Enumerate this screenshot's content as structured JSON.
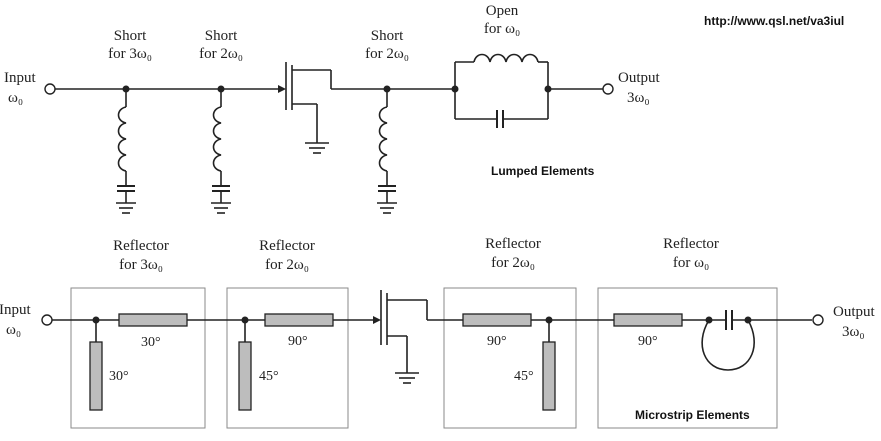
{
  "url": "http://www.qsl.net/va3iul",
  "top": {
    "input_label": "Input",
    "input_freq": "ω₀",
    "stages": [
      {
        "line1": "Short",
        "line2": "for 3ω₀"
      },
      {
        "line1": "Short",
        "line2": "for 2ω₀"
      },
      {
        "line1": "Short",
        "line2": "for 2ω₀"
      },
      {
        "line1": "Open",
        "line2": "for ω₀"
      }
    ],
    "output_label": "Output",
    "output_freq": "3ω₀",
    "section_label": "Lumped Elements"
  },
  "bottom": {
    "input_label": "Input",
    "input_freq": "ω₀",
    "reflectors": [
      {
        "line1": "Reflector",
        "line2": "for 3ω₀",
        "series_angle": "30°",
        "stub_angle": "30°"
      },
      {
        "line1": "Reflector",
        "line2": "for 2ω₀",
        "series_angle": "90°",
        "stub_angle": "45°"
      },
      {
        "line1": "Reflector",
        "line2": "for 2ω₀",
        "series_angle": "90°",
        "stub_angle": "45°"
      },
      {
        "line1": "Reflector",
        "line2": "for ω₀",
        "series_angle": "90°"
      }
    ],
    "output_label": "Output",
    "output_freq": "3ω₀",
    "section_label": "Microstrip Elements"
  }
}
